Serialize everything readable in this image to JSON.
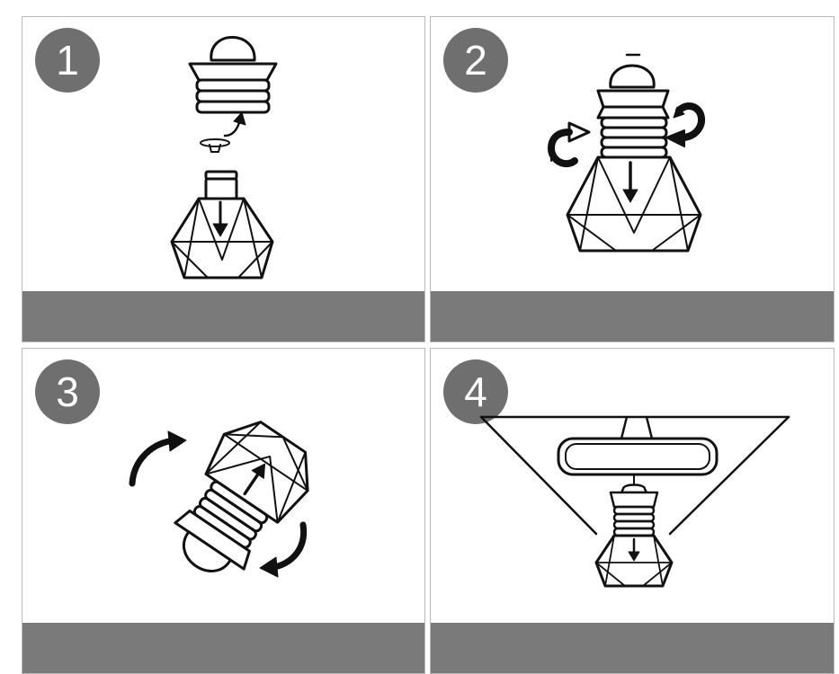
{
  "steps": [
    {
      "number": "1"
    },
    {
      "number": "2"
    },
    {
      "number": "3"
    },
    {
      "number": "4"
    }
  ],
  "icons": {
    "step1": [
      "bottle-cap-icon",
      "plug-icon",
      "glass-bottle-icon",
      "fill-arrow-icon",
      "lift-arrow-icon"
    ],
    "step2": [
      "assembled-bottle-icon",
      "rotate-left-icon",
      "rotate-right-icon",
      "push-arrow-icon"
    ],
    "step3": [
      "tilted-bottle-icon",
      "rotate-arrow-top-icon",
      "rotate-arrow-bottom-icon"
    ],
    "step4": [
      "rearview-mirror-icon",
      "hanging-bottle-icon"
    ]
  },
  "colors": {
    "badge": "#6f6f6f",
    "caption_bar": "#7a7a7a",
    "panel_border": "#b9b9b9",
    "line": "#111111"
  }
}
